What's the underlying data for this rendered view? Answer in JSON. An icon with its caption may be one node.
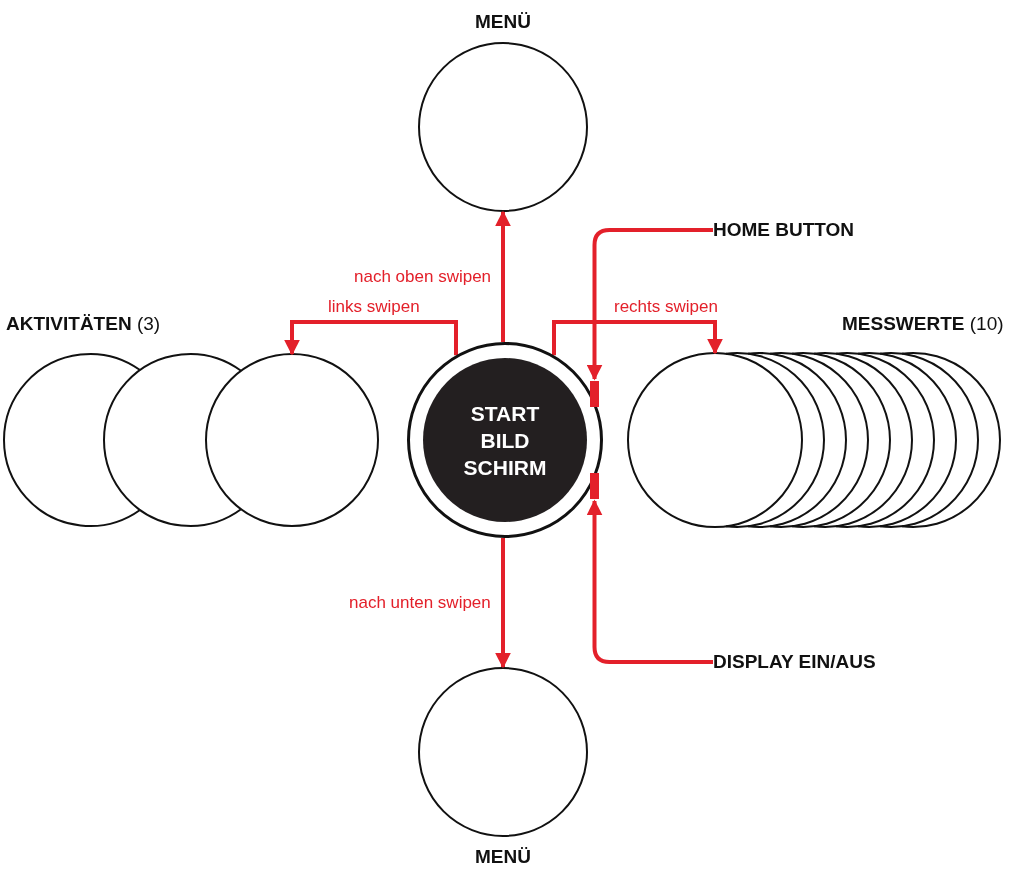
{
  "diagram": {
    "nodes": [
      {
        "text": [
          "MENÜ"
        ]
      },
      {
        "text": [
          "HOME BUTTON"
        ]
      },
      {
        "text": [],
        "shape": "circle"
      },
      {
        "text": [],
        "shape": "circle"
      },
      {
        "text": [],
        "shape": "circle"
      },
      {
        "text": [
          "START BILD SCHIRM"
        ]
      },
      {
        "text": [],
        "shape": "circle"
      },
      {
        "text": [],
        "shape": "circle"
      },
      {
        "text": [],
        "shape": "circle"
      },
      {
        "text": [],
        "shape": "circle"
      },
      {
        "text": [],
        "shape": "circle"
      },
      {
        "text": [],
        "shape": "circle"
      },
      {
        "text": [],
        "shape": "circle"
      },
      {
        "text": [],
        "shape": "circle"
      },
      {
        "text": [],
        "shape": "circle"
      },
      {
        "text": [],
        "shape": "circle"
      },
      {
        "text": [],
        "shape": "bar",
        "in": 5
      },
      {
        "text": [],
        "shape": "bar",
        "in": 5
      },
      {
        "text": [
          "DISPLAY EIN/AUS"
        ]
      },
      {
        "text": [
          "MENÜ"
        ]
      }
    ],
    "edges": [
      {
        "from": 5,
        "to": 0,
        "arrow": "to",
        "label": "nach oben swipen"
      },
      {
        "from": 5,
        "to": 4,
        "arrow": "to",
        "label": "links swipen"
      },
      {
        "from": 5,
        "to": 6,
        "arrow": "to",
        "label": "rechts swipen"
      },
      {
        "from": 1,
        "to": 16,
        "arrow": "to"
      },
      {
        "from": 18,
        "to": 17,
        "arrow": "to"
      },
      {
        "from": 5,
        "to": 19,
        "arrow": "to",
        "label": "nach unten swipen"
      }
    ],
    "labels": [
      "**AKTIVITÄTEN** (3)",
      "**MESSWERTE** (10)"
    ]
  }
}
